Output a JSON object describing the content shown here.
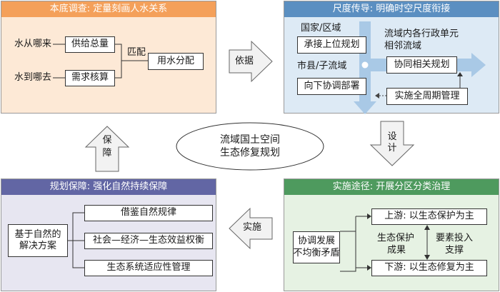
{
  "panels": {
    "survey": {
      "title": "本底调查: 定量刻画人水关系",
      "source_label": "水从哪来",
      "dest_label": "水到哪去",
      "supply_box": "供给总量",
      "demand_box": "需求核算",
      "match_label": "匹配",
      "allocation_box": "用水分配"
    },
    "scale": {
      "title": "尺度传导: 明确时空尺度衔接",
      "national_label": "国家/区域",
      "upper_box": "承接上位规划",
      "city_label": "市县/子流域",
      "lower_box": "向下协调部署",
      "basin_label_line1": "流域内各行政单元",
      "basin_label_line2": "相邻流域",
      "coordinate_box": "协同相关规划",
      "lifecycle_box": "实施全周期管理"
    },
    "implementation": {
      "title": "实施途径: 开展分区分类治理",
      "conflict_box_line1": "协调发展",
      "conflict_box_line2": "不均衡矛盾",
      "upstream_box": "上游: 以生态保护为主",
      "downstream_box": "下游: 以生态修复为主",
      "outcome_label_line1": "生态保护",
      "outcome_label_line2": "成果",
      "support_label_line1": "要素投入",
      "support_label_line2": "支撑"
    },
    "guarantee": {
      "title": "规划保障: 强化自然持续保障",
      "nbs_box_line1": "基于自然的",
      "nbs_box_line2": "解决方案",
      "item1": "借鉴自然规律",
      "item2": "社会—经济—生态效益权衡",
      "item3": "生态系统适应性管理"
    }
  },
  "center": {
    "line1": "流域国土空间",
    "line2": "生态修复规划"
  },
  "arrows": {
    "basis": "依据",
    "design": "设计",
    "implement": "实施",
    "guarantee_line1": "保",
    "guarantee_line2": "障"
  },
  "colors": {
    "survey_header": "#f4a05a",
    "survey_bg": "#fde9d6",
    "scale_header": "#5b8fc1",
    "scale_bg": "#ddeaf5",
    "impl_header": "#4e9a5e",
    "impl_bg": "#e6f2e3",
    "guar_header": "#6266a4",
    "guar_bg": "#e7e6f1",
    "big_arrow": "#a9c9e6",
    "arrow_fill": "#f2f2f2"
  }
}
